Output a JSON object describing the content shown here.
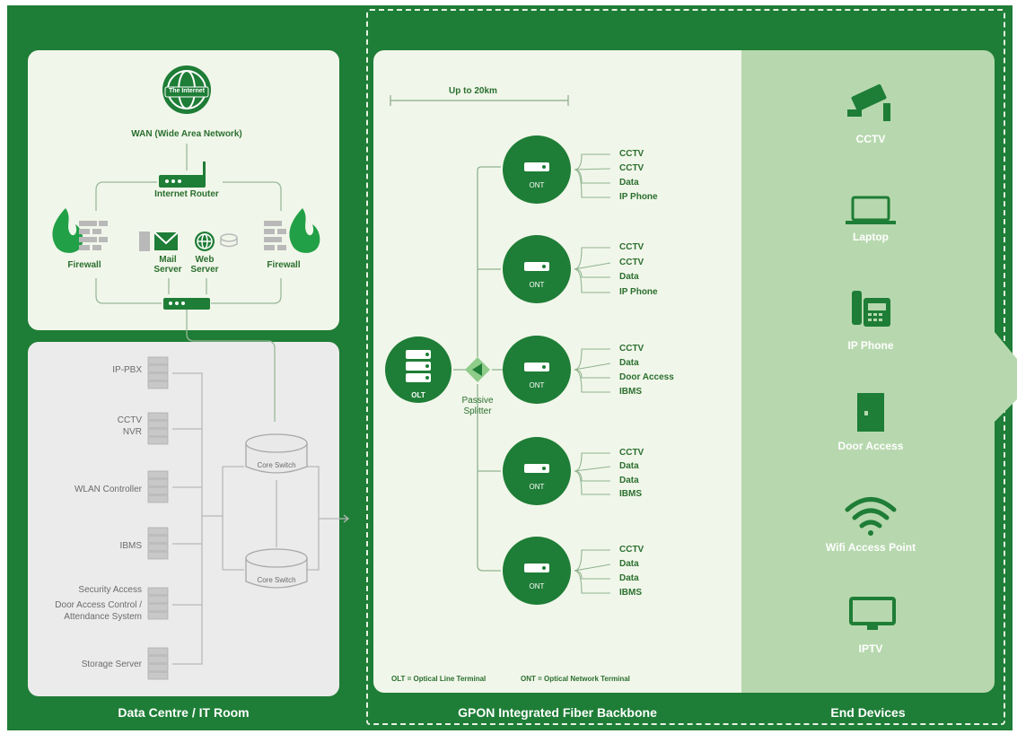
{
  "wan": {
    "internet_label": "The Internet",
    "wan_label": "WAN (Wide Area Network)",
    "router_label": "Internet Router",
    "firewall_left": "Firewall",
    "firewall_right": "Firewall",
    "mail_server": "Mail Server",
    "web_server": "Web Server"
  },
  "datacentre": {
    "servers": [
      "IP-PBX",
      "CCTV NVR",
      "WLAN Controller",
      "IBMS",
      "Security Access Door Access Control / Attendance System",
      "Storage Server"
    ],
    "server_lines": [
      [
        "IP-PBX"
      ],
      [
        "CCTV",
        "NVR"
      ],
      [
        "WLAN Controller"
      ],
      [
        "IBMS"
      ],
      [
        "Security Access",
        "Door Access Control /",
        "Attendance System"
      ],
      [
        "Storage Server"
      ]
    ],
    "core_switch": "Core Switch",
    "footer": "Data Centre / IT Room"
  },
  "gpon": {
    "distance": "Up to 20km",
    "olt": "OLT",
    "splitter": "Passive Splitter",
    "ont": "ONT",
    "ont_groups": [
      [
        "CCTV",
        "CCTV",
        "Data",
        "IP Phone"
      ],
      [
        "CCTV",
        "CCTV",
        "Data",
        "IP Phone"
      ],
      [
        "CCTV",
        "Data",
        "Door Access",
        "IBMS"
      ],
      [
        "CCTV",
        "Data",
        "Data",
        "IBMS"
      ],
      [
        "CCTV",
        "Data",
        "Data",
        "IBMS"
      ]
    ],
    "legend_olt": "OLT = Optical Line Terminal",
    "legend_ont": "ONT = Optical Network Terminal",
    "footer": "GPON Integrated Fiber Backbone"
  },
  "end_devices": {
    "items": [
      "CCTV",
      "Laptop",
      "IP Phone",
      "Door Access",
      "Wifi Access Point",
      "IPTV"
    ],
    "footer": "End Devices"
  },
  "colors": {
    "green": "#1e7d36",
    "light_green": "#f1f6ea",
    "mid_green": "#b7d8ae",
    "grey": "#ebebeb",
    "flame": "#22a047"
  }
}
